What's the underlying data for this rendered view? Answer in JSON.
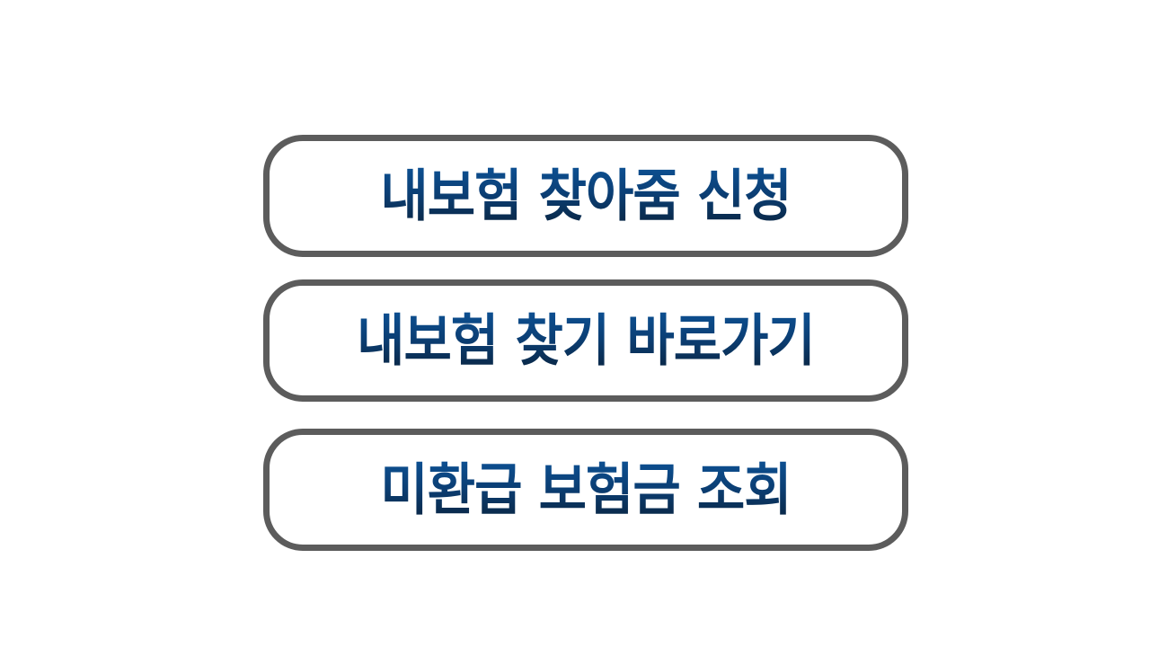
{
  "buttons": [
    {
      "label": "내보험 찾아줌 신청"
    },
    {
      "label": "내보험 찾기 바로가기"
    },
    {
      "label": "미환급 보험금 조회"
    }
  ],
  "colors": {
    "background": "#ffffff",
    "border": "#5c5c5c",
    "text_top": "#0d4f91",
    "text_bottom": "#0a2746"
  }
}
